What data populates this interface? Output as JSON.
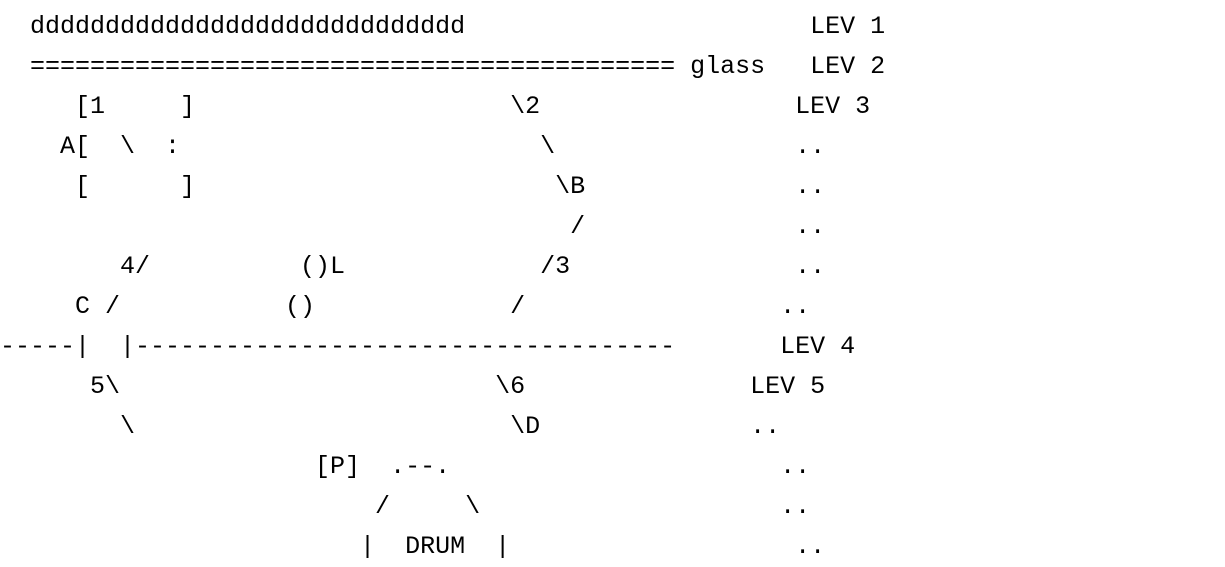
{
  "diagram": {
    "lines": [
      "  ddddddddddddddddddddddddddddd                       LEV 1",
      "  =========================================== glass   LEV 2",
      "     [1     ]                     \\2                 LEV 3",
      "    A[  \\  :                        \\                ..",
      "     [      ]                        \\B              ..",
      "                                      /              ..",
      "        4/          ()L             /3               ..",
      "     C /           ()             /                 ..",
      "-----|  |------------------------------------       LEV 4",
      "      5\\                         \\6               LEV 5",
      "        \\                         \\D              ..",
      "                     [P]  .--.                      ..",
      "                         /     \\                    ..",
      "                        |  DRUM  |                   .."
    ]
  },
  "colors": {
    "background": "#ffffff",
    "text": "#000000"
  }
}
